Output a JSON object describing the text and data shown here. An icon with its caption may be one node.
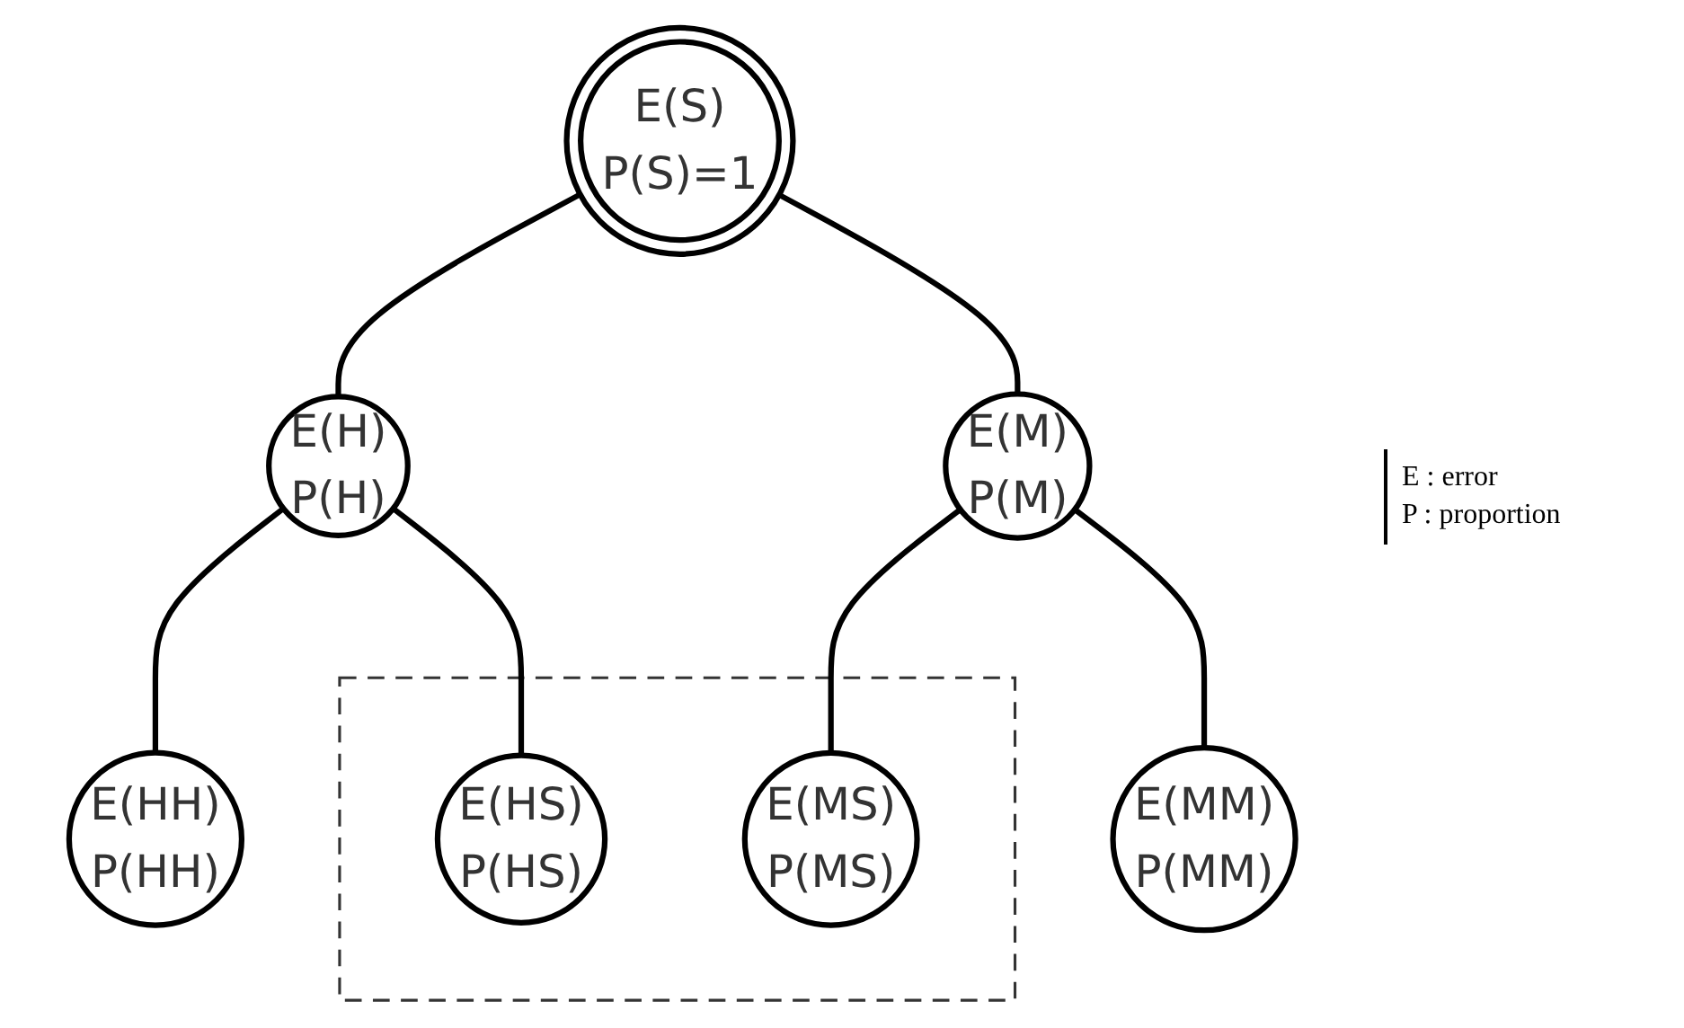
{
  "diagram": {
    "nodes": [
      {
        "text": [
          "E(S)",
          "P(S)=1"
        ]
      },
      {
        "text": [
          "E(H)",
          "P(H)"
        ]
      },
      {
        "text": [
          "E(M)",
          "P(M)"
        ]
      },
      {
        "text": [
          "E(HH)",
          "P(HH)"
        ]
      },
      {
        "text": [],
        "shape": "box"
      },
      {
        "text": [
          "E(HS)",
          "P(HS)"
        ],
        "in": 4
      },
      {
        "text": [
          "E(MS)",
          "P(MS)"
        ],
        "in": 4
      },
      {
        "text": [
          "E(MM)",
          "P(MM)"
        ]
      }
    ],
    "edges": [
      {
        "from": 0,
        "to": 1,
        "arrow": "none"
      },
      {
        "from": 0,
        "to": 2,
        "arrow": "none"
      },
      {
        "from": 1,
        "to": 3,
        "arrow": "none"
      },
      {
        "from": 1,
        "to": 5,
        "arrow": "none"
      },
      {
        "from": 2,
        "to": 6,
        "arrow": "none"
      },
      {
        "from": 2,
        "to": 7,
        "arrow": "none"
      }
    ],
    "labels": [
      "E : error",
      "P : proportion"
    ]
  }
}
